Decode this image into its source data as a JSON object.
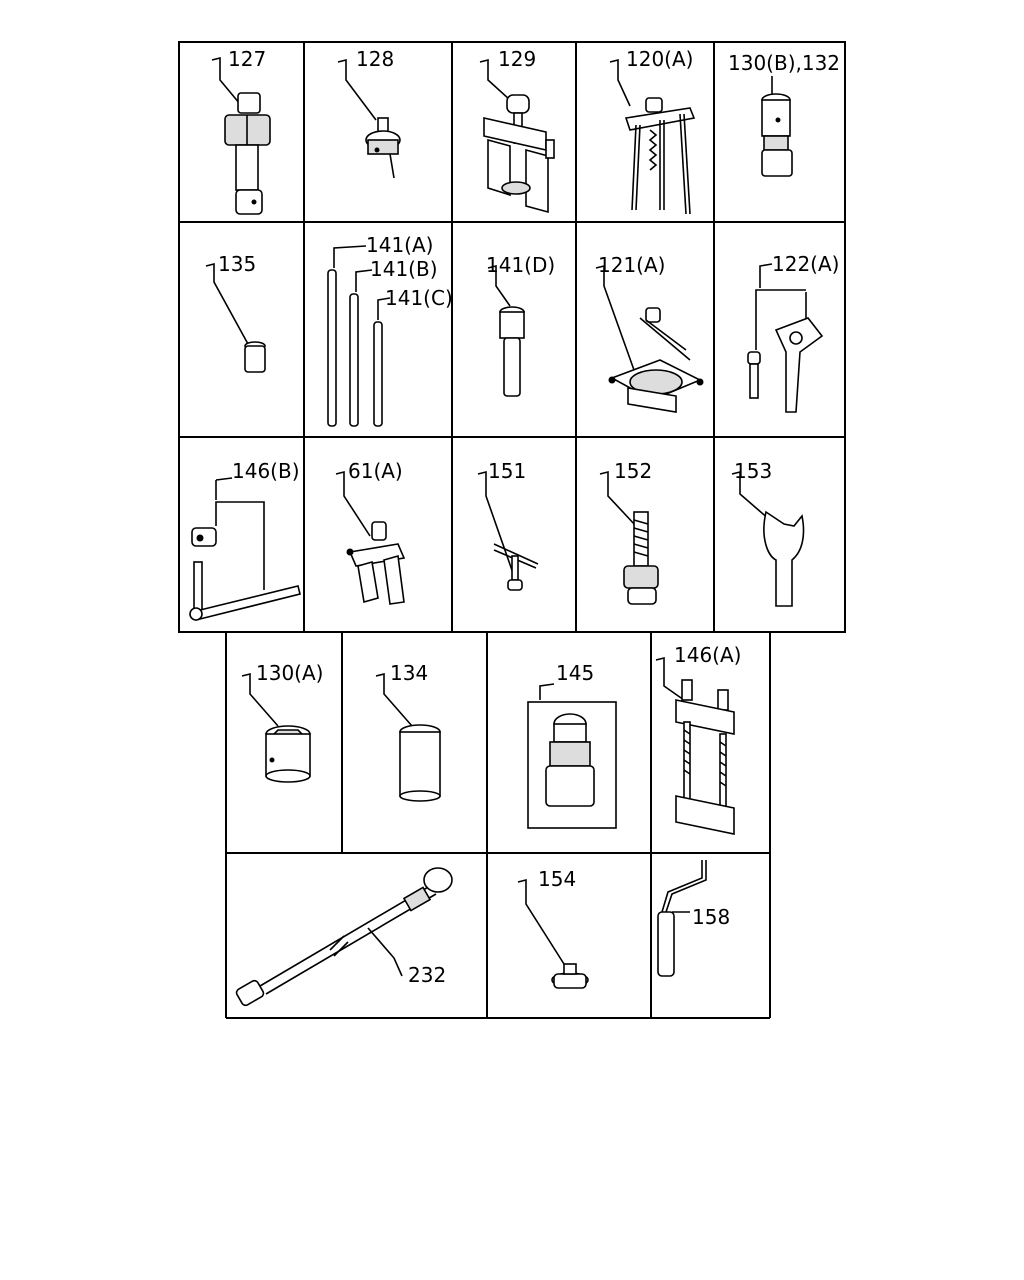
{
  "labels": {
    "p127": "127",
    "p128": "128",
    "p129": "129",
    "p120A": "120(A)",
    "p130B132": "130(B),132",
    "p135": "135",
    "p141A": "141(A)",
    "p141B": "141(B)",
    "p141C": "141(C)",
    "p141D": "141(D)",
    "p121A": "121(A)",
    "p122A": "122(A)",
    "p146B": "146(B)",
    "p61A": "61(A)",
    "p151": "151",
    "p152": "152",
    "p153": "153",
    "p130A": "130(A)",
    "p134": "134",
    "p145": "145",
    "p146A": "146(A)",
    "p232": "232",
    "p154": "154",
    "p158": "158"
  },
  "icons": [
    "puller-icon",
    "socket-icon",
    "rod-icon",
    "wrench-icon",
    "compressor-icon",
    "extension-icon"
  ]
}
